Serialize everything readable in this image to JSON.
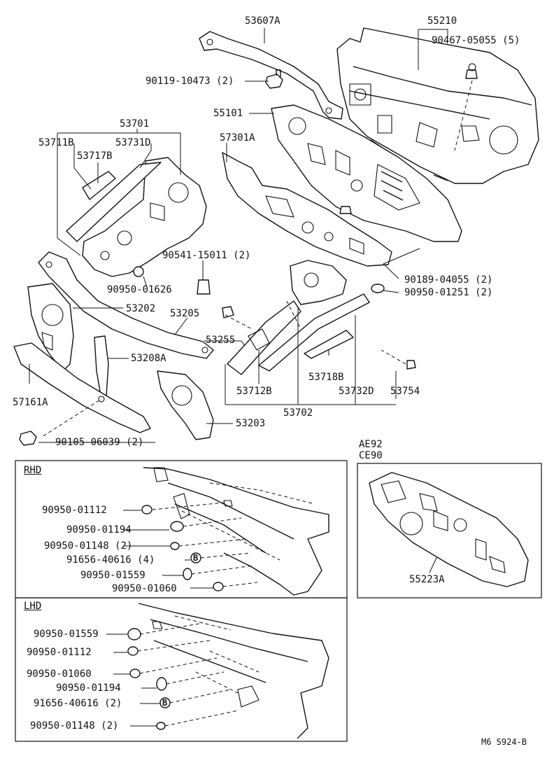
{
  "labels": {
    "p53607A": "53607A",
    "p55210": "55210",
    "p90467": "90467-05055 (5)",
    "p90119": "90119-10473 (2)",
    "p55101": "55101",
    "p53701": "53701",
    "p53711B": "53711B",
    "p53731D": "53731D",
    "p53717B": "53717B",
    "p57301A": "57301A",
    "p90541": "90541-15011 (2)",
    "p90950_01626": "90950-01626",
    "p90189": "90189-04055 (2)",
    "p90950_01251": "90950-01251 (2)",
    "p53202": "53202",
    "p53205": "53205",
    "p53255": "53255",
    "p53208A": "53208A",
    "p53718B": "53718B",
    "p57161A": "57161A",
    "p53712B": "53712B",
    "p53732D": "53732D",
    "p53754": "53754",
    "p53702": "53702",
    "p53203": "53203",
    "p90105": "90105-06039 (2)",
    "p55223A": "55223A"
  },
  "rhd": {
    "title": "RHD",
    "items": [
      "90950-01112",
      "90950-01194",
      "90950-01148 (2)",
      "91656-40616 (4)",
      "90950-01559",
      "90950-01060"
    ]
  },
  "lhd": {
    "title": "LHD",
    "items": [
      "90950-01559",
      "90950-01112",
      "90950-01060",
      "90950-01194",
      "91656-40616 (2)",
      "90950-01148 (2)"
    ]
  },
  "model_box": {
    "model1": "AE92",
    "model2": "CE90"
  },
  "b_code": "B",
  "footer": "M6 S924-B"
}
